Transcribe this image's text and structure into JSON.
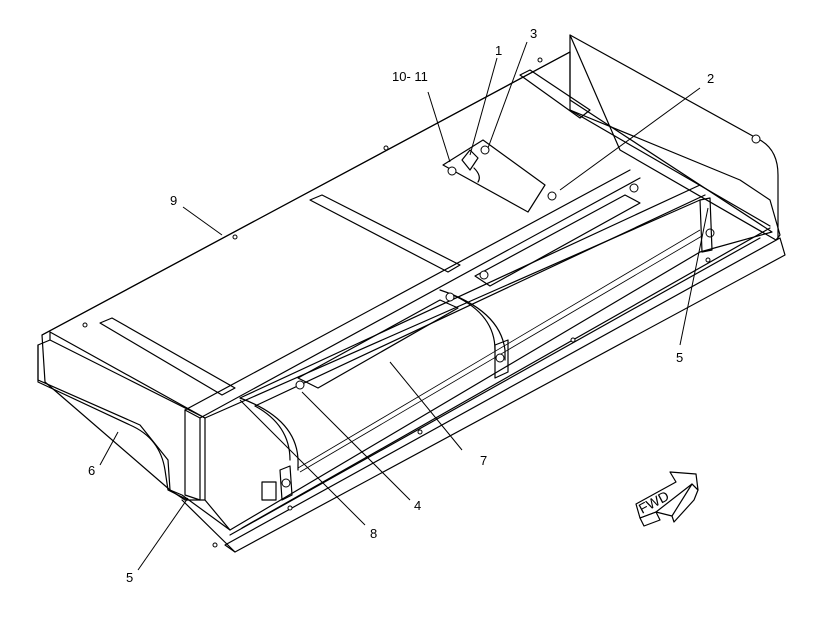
{
  "callouts": {
    "c1": "1",
    "c2": "2",
    "c3": "3",
    "c4": "4",
    "c5_right": "5",
    "c5_left": "5",
    "c6": "6",
    "c7": "7",
    "c8": "8",
    "c9": "9",
    "c10_11": "10- 11"
  },
  "fwd_label": "FWD",
  "icons": {
    "fwd_arrow": "fwd-arrow-icon"
  }
}
